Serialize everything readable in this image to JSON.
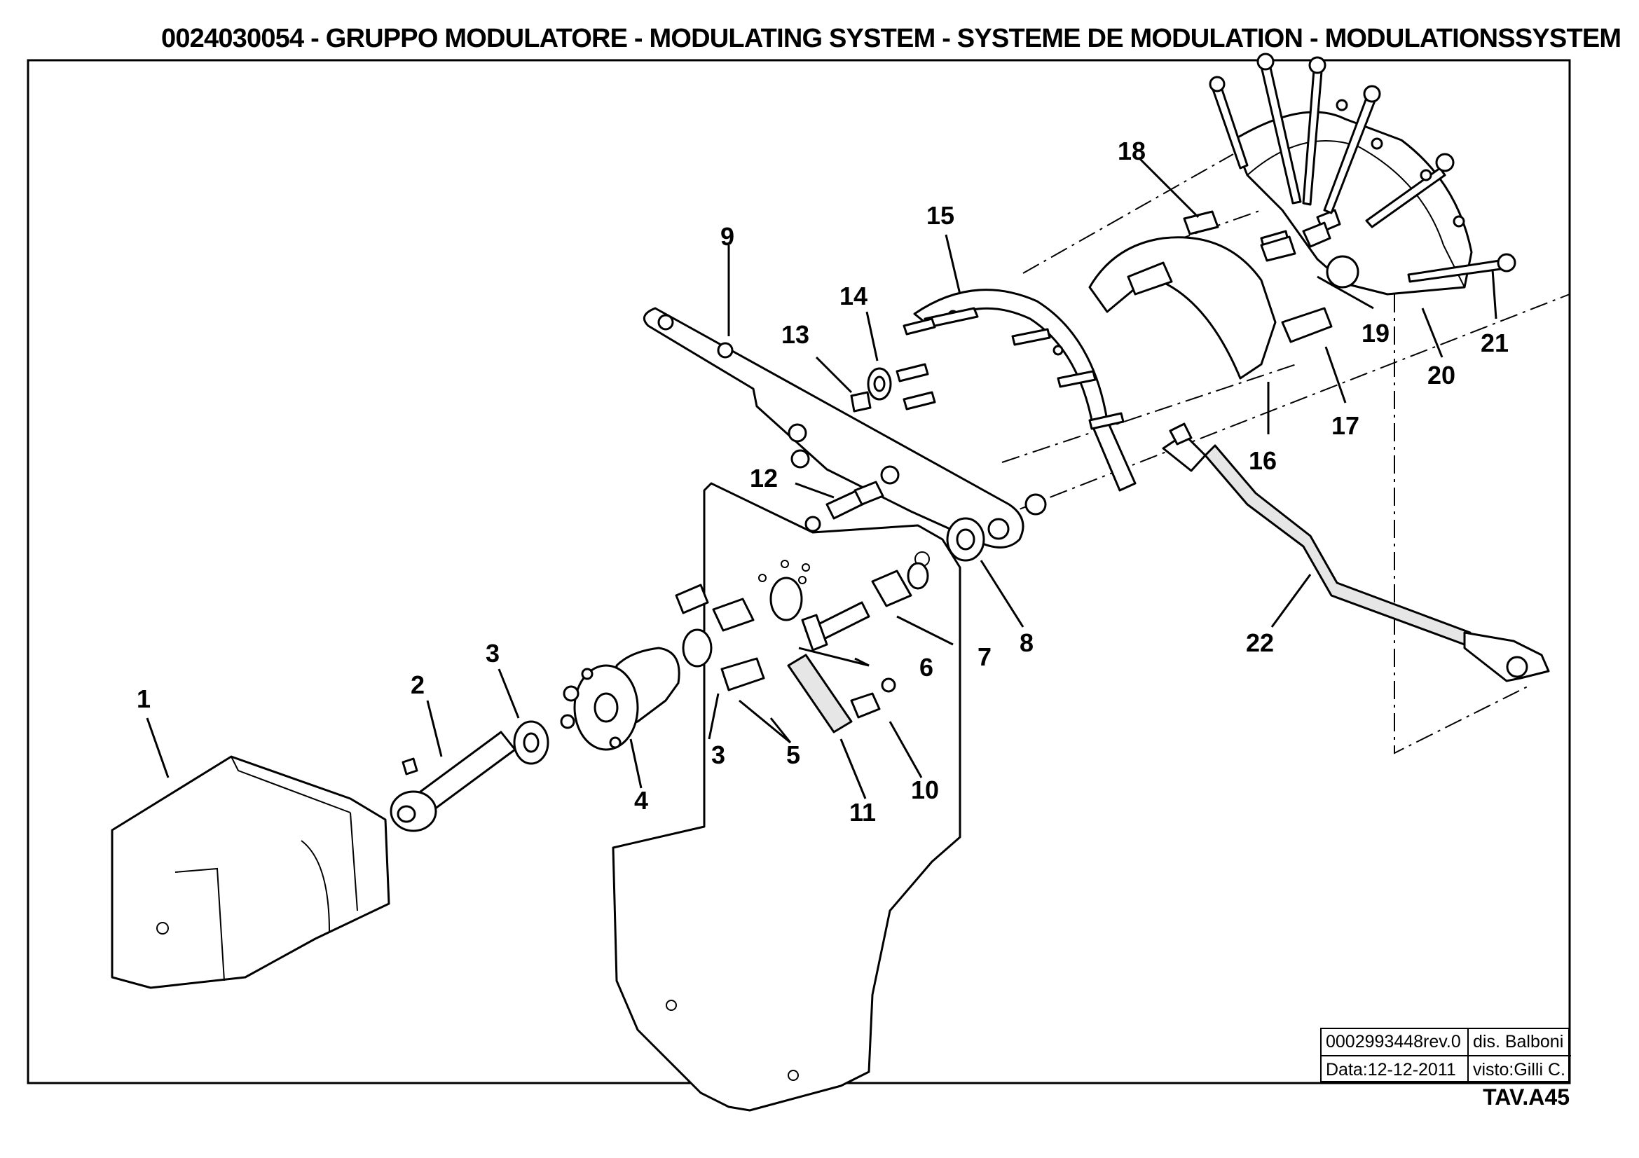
{
  "title": "0024030054 - GRUPPO MODULATORE - MODULATING SYSTEM - SYSTEME DE MODULATION - MODULATIONSSYSTEM",
  "callouts": [
    "1",
    "2",
    "3",
    "3",
    "4",
    "5",
    "6",
    "7",
    "8",
    "9",
    "10",
    "11",
    "12",
    "13",
    "14",
    "15",
    "16",
    "17",
    "18",
    "19",
    "20",
    "21",
    "22"
  ],
  "title_block": {
    "drawing_number": "0002993448rev.0",
    "drawn_by": "dis. Balboni",
    "date": "Data:12-12-2011",
    "checked_by": "visto:Gilli C."
  },
  "sheet": "TAV.A45"
}
